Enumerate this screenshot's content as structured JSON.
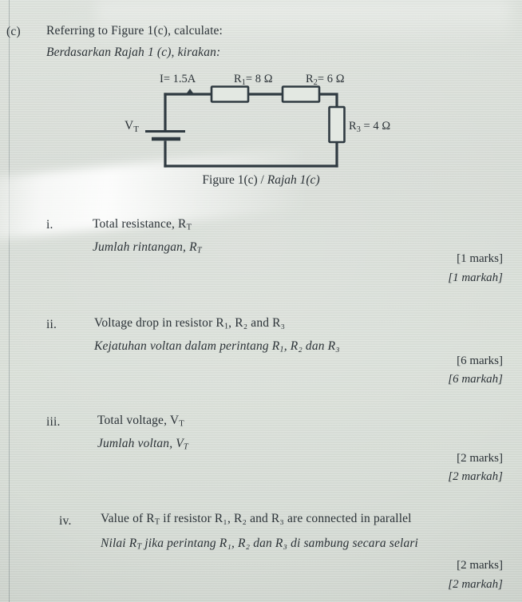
{
  "page": {
    "background_color": "#d9dfd8",
    "ink_color": "#2b3237"
  },
  "question": {
    "part_label": "(c)",
    "stem_english": "Referring to Figure 1(c), calculate:",
    "stem_malay": "Berdasarkan Rajah 1 (c),  kirakan:"
  },
  "figure": {
    "caption_english": "Figure 1(c) /",
    "caption_malay": "Rajah 1(c)",
    "circuit": {
      "type": "series-circuit",
      "source_label": "V",
      "source_sub": "T",
      "current_label": "I= 1.5A",
      "current_value": 1.5,
      "current_unit": "A",
      "components": [
        {
          "name": "R",
          "sub": "1",
          "label": "R₁= 8 Ω",
          "value": 8,
          "unit": "Ω",
          "orientation": "horizontal"
        },
        {
          "name": "R",
          "sub": "2",
          "label": "R₂= 6 Ω",
          "value": 6,
          "unit": "Ω",
          "orientation": "horizontal"
        },
        {
          "name": "R",
          "sub": "3",
          "label": "R₃ = 4 Ω",
          "value": 4,
          "unit": "Ω",
          "orientation": "vertical"
        }
      ]
    }
  },
  "items": [
    {
      "index": "i.",
      "english_pre": "Total resistance, R",
      "english_sub": "T",
      "english_post": "",
      "malay_pre": "Jumlah rintangan, R",
      "malay_sub": "T",
      "malay_post": "",
      "marks_english": "[1 marks]",
      "marks_malay": "[1 markah]"
    },
    {
      "index": "ii.",
      "english_pre": "Voltage drop in resistor R",
      "english_sub": "1",
      "english_post": ", R₂ and R₃",
      "malay_pre": "Kejatuhan voltan dalam perintang R",
      "malay_sub": "1",
      "malay_post": ", R₂ dan R₃",
      "marks_english": "[6 marks]",
      "marks_malay": "[6 markah]"
    },
    {
      "index": "iii.",
      "english_pre": "Total voltage, V",
      "english_sub": "T",
      "english_post": "",
      "malay_pre": "Jumlah voltan, V",
      "malay_sub": "T",
      "malay_post": "",
      "marks_english": "[2 marks]",
      "marks_malay": "[2 markah]"
    },
    {
      "index": "iv.",
      "english_pre": "Value of R",
      "english_sub": "T",
      "english_post": " if resistor R₁, R₂ and R₃ are connected in parallel",
      "malay_pre": "Nilai R",
      "malay_sub": "T",
      "malay_post": " jika perintang R₁, R₂ dan R₃ di sambung secara selari",
      "marks_english": "[2 marks]",
      "marks_malay": "[2 markah]"
    }
  ]
}
